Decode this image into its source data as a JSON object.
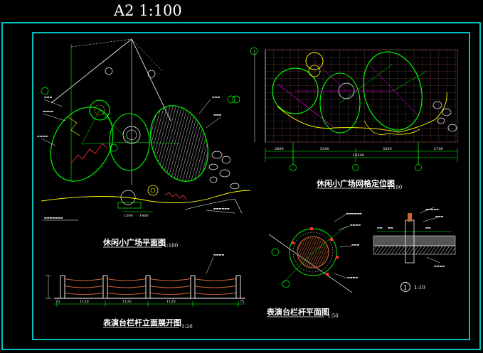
{
  "sheet_title": "A2 1:100",
  "drawings": {
    "plan": {
      "title": "休闲小广场平面图",
      "scale": "1:100"
    },
    "grid_plan": {
      "title": "休闲小广场网格定位图",
      "scale": "1:100"
    },
    "railing_elevation": {
      "title": "表演台栏杆立面展开图",
      "scale": "1:20"
    },
    "railing_plan": {
      "title": "表演台栏杆平面图",
      "scale": "1:50"
    },
    "detail": {
      "number": "1",
      "scale": "1:10"
    }
  },
  "dimensions": {
    "grid_bottom": [
      "2800",
      "5500",
      "5500",
      "2700"
    ],
    "grid_total": "16500",
    "plan_bottom": [
      "1500",
      "1400"
    ],
    "elevation_bottom": [
      "75",
      "1120",
      "1120",
      "1120",
      "75"
    ]
  },
  "colors": {
    "background": "#000000",
    "frame": "#00ffff",
    "lines": "#ffffff",
    "green": "#00ff00",
    "yellow": "#ffff00",
    "magenta": "#ff00ff",
    "red": "#ff3333",
    "brown": "#c86432"
  }
}
